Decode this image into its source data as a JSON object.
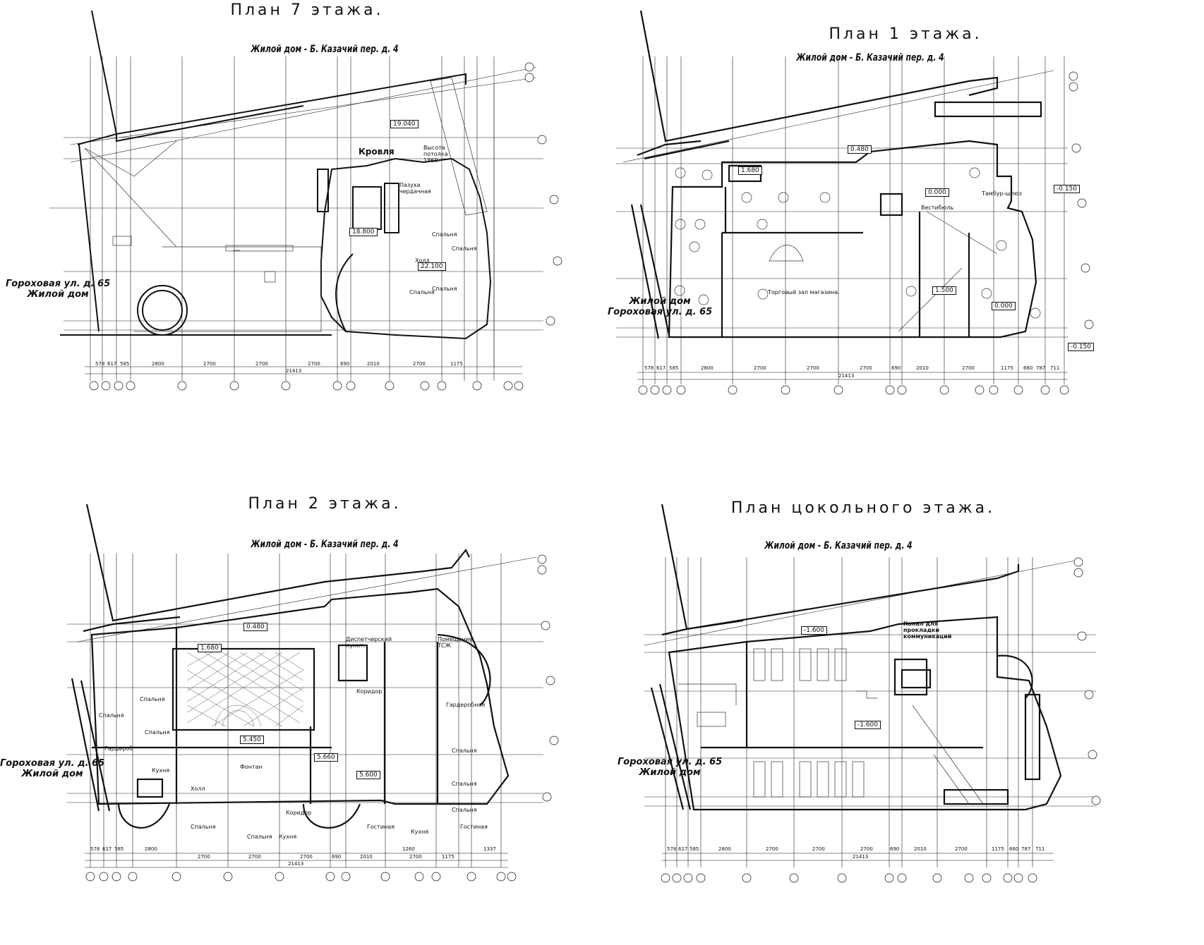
{
  "plans": [
    {
      "title": "План 7 этажа.",
      "subtitle": "Жилой дом - Б. Казачий пер. д. 4",
      "side_label": "Гороховая ул. д. 65\nЖилой дом",
      "rooms": [
        "Кровля",
        "Пазуха чердачная",
        "Высота потолка 1860.",
        "Спальня",
        "Спальня",
        "Холл",
        "Спальня",
        "Спальня"
      ],
      "levels": [
        "19.040",
        "18.800",
        "22.100"
      ],
      "dims": [
        "578",
        "617",
        "585",
        "2800",
        "2700",
        "2700",
        "2700",
        "690",
        "2010",
        "2700",
        "1175"
      ],
      "total": "21413"
    },
    {
      "title": "План 1 этажа.",
      "subtitle": "Жилой дом - Б. Казачий пер. д. 4",
      "side_label": "Жилой дом\nГороховая ул. д. 65",
      "rooms": [
        "Торговый зал магазина.",
        "Вестибюль",
        "Тамбур-шлюз"
      ],
      "levels": [
        "0.480",
        "1.680",
        "0.000",
        "1.500",
        "0.000",
        "-0.150",
        "-0.150"
      ],
      "dims": [
        "578",
        "617",
        "585",
        "2800",
        "2700",
        "2700",
        "2700",
        "690",
        "2010",
        "2700",
        "1175",
        "660",
        "787",
        "711"
      ],
      "total": "21413"
    },
    {
      "title": "План 2 этажа.",
      "subtitle": "Жилой дом - Б. Казачий пер. д. 4",
      "side_label": "Гороховая ул. д. 65\nЖилой дом",
      "rooms": [
        "Диспетчерский пункт.",
        "Помещение ТСЖ",
        "Коридор",
        "Гардеробная",
        "Спальня",
        "Спальня",
        "Спальня",
        "Кухня",
        "Гардероб",
        "Фонтан",
        "Холл",
        "Спальня",
        "Спальня",
        "Коридор",
        "Кухня",
        "Гостиная",
        "Кухня",
        "Гостиная",
        "Спальня",
        "Спальня",
        "Спальня"
      ],
      "levels": [
        "0.480",
        "1.680",
        "5.450",
        "5.600",
        "5.660"
      ],
      "dims": [
        "578",
        "617",
        "585",
        "2800",
        "2700",
        "2700",
        "2700",
        "690",
        "2010",
        "1260",
        "2700",
        "1175",
        "1337"
      ],
      "total": "21413"
    },
    {
      "title": "План цокольного этажа.",
      "subtitle": "Жилой дом - Б. Казачий пер. д. 4",
      "side_label": "Гороховая ул. д. 65\nЖилой дом",
      "rooms": [
        "Канал для прокладки коммуникаций"
      ],
      "levels": [
        "-1.600",
        "-1.600"
      ],
      "dims": [
        "578",
        "617",
        "585",
        "2800",
        "2700",
        "2700",
        "2700",
        "690",
        "2010",
        "2700",
        "1175",
        "660",
        "787",
        "711"
      ],
      "total": "21413"
    }
  ]
}
